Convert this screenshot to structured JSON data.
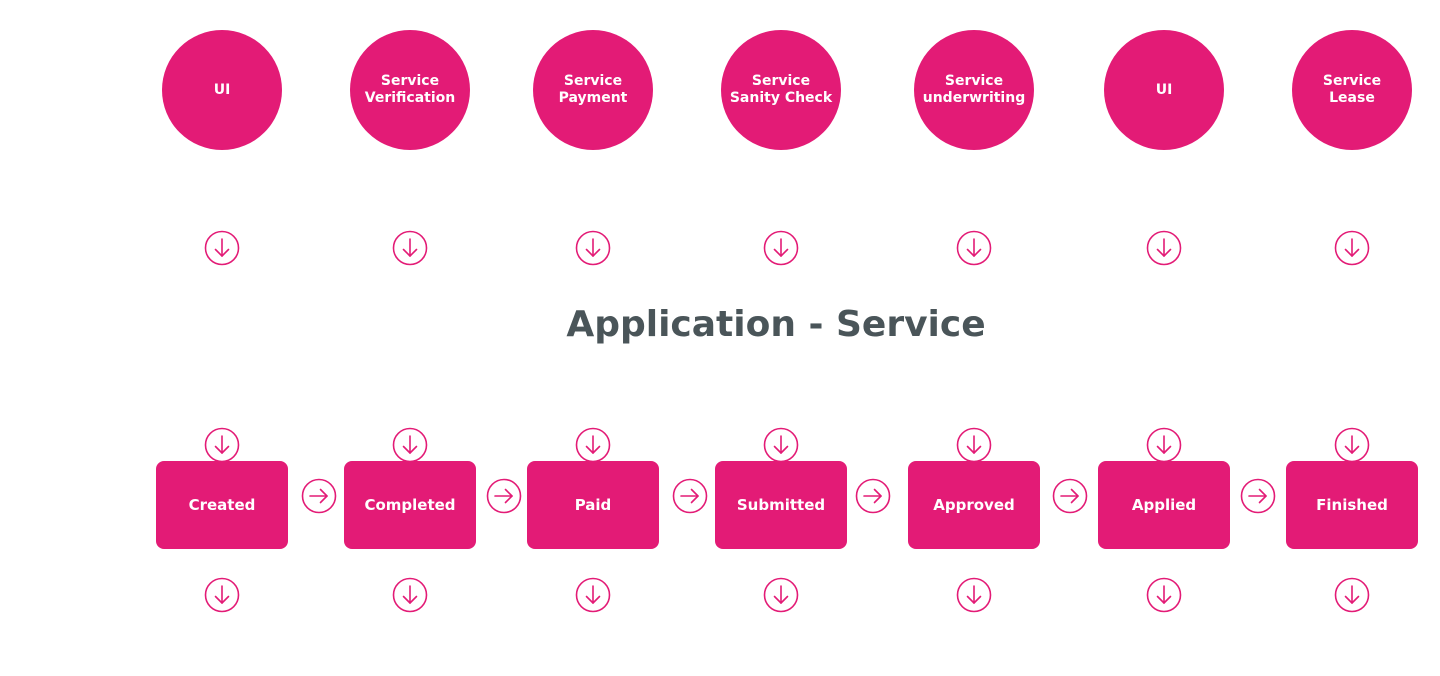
{
  "title": "Application - Service",
  "colors": {
    "accent": "#e31b76",
    "title_text": "#4a5559",
    "node_text": "#ffffff",
    "background": "#ffffff"
  },
  "services": [
    {
      "label": "UI"
    },
    {
      "label": "Service\nVerification"
    },
    {
      "label": "Service\nPayment"
    },
    {
      "label": "Service\nSanity Check"
    },
    {
      "label": "Service\nunderwriting"
    },
    {
      "label": "UI"
    },
    {
      "label": "Service\nLease"
    }
  ],
  "states": [
    {
      "label": "Created"
    },
    {
      "label": "Completed"
    },
    {
      "label": "Paid"
    },
    {
      "label": "Submitted"
    },
    {
      "label": "Approved"
    },
    {
      "label": "Applied"
    },
    {
      "label": "Finished"
    }
  ],
  "icons": {
    "down": "arrow-down-circle-icon",
    "right": "arrow-right-circle-icon"
  }
}
